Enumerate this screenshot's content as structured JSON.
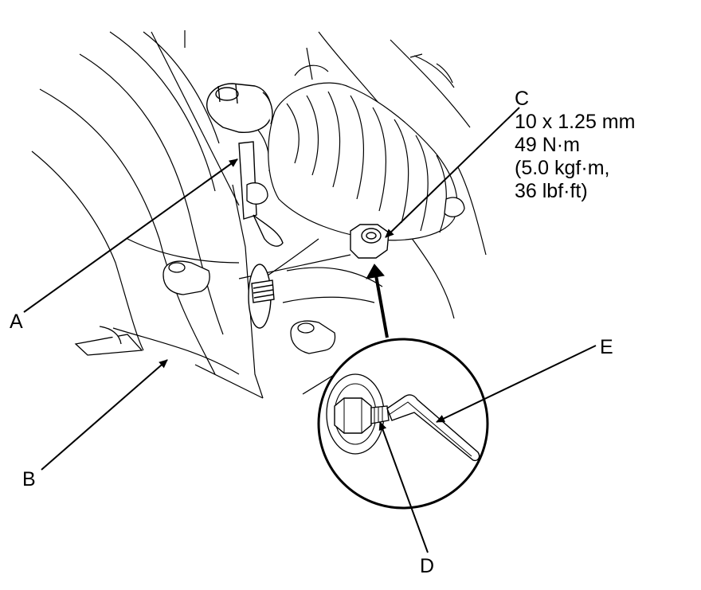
{
  "callouts": {
    "a": {
      "letter": "A"
    },
    "b": {
      "letter": "B"
    },
    "c": {
      "letter": "C",
      "spec_lines": [
        "10 x 1.25 mm",
        "49 N·m",
        "(5.0 kgf·m,",
        "36 lbf·ft)"
      ]
    },
    "d": {
      "letter": "D"
    },
    "e": {
      "letter": "E"
    }
  },
  "colors": {
    "line": "#000000",
    "background": "#ffffff"
  }
}
